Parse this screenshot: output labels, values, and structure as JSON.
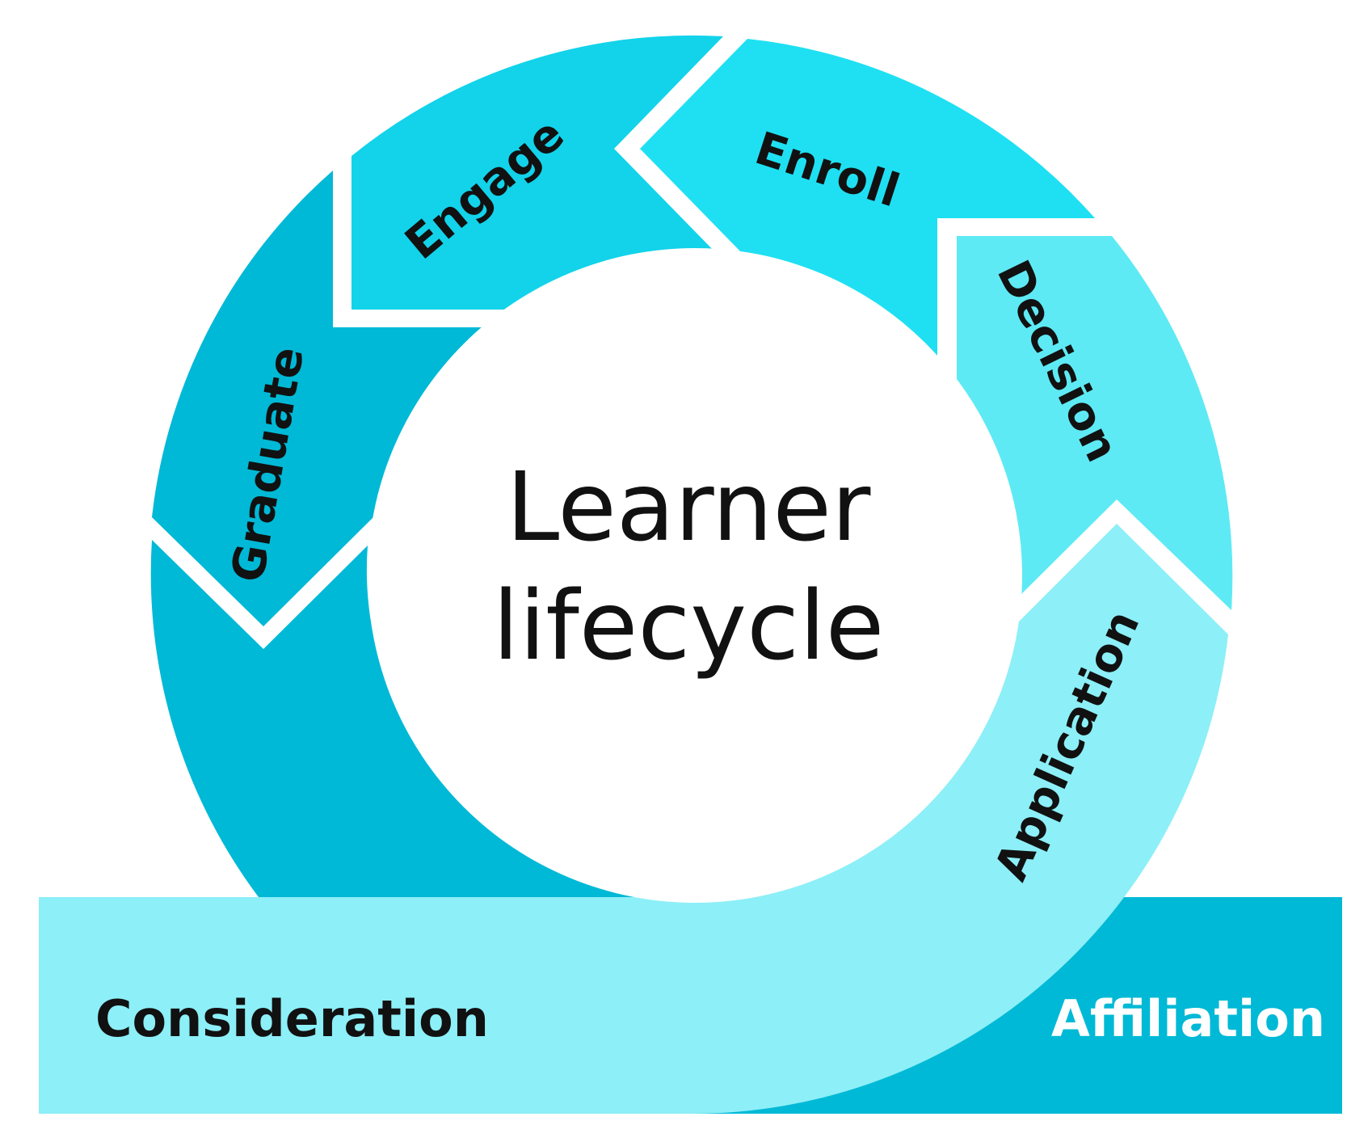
{
  "title": {
    "line1": "Learner",
    "line2": "lifecycle"
  },
  "stages": {
    "consideration": "Consideration",
    "affiliation": "Affiliation",
    "application": "Application",
    "decision": "Decision",
    "enroll": "Enroll",
    "engage": "Engage",
    "graduate": "Graduate"
  },
  "colors": {
    "dark_teal": "#00B9D6",
    "medium_teal": "#12D3EA",
    "bright_cyan": "#1FE0F2",
    "light_cyan": "#5EEAF4",
    "pale_cyan": "#8DEFF7",
    "label_dark": "#111111",
    "label_light": "#ffffff"
  }
}
